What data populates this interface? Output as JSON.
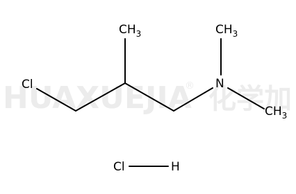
{
  "watermark": {
    "latin": "HUAXUEJIA",
    "registered": "®",
    "chinese": "化学加"
  },
  "molecule": {
    "atoms": {
      "cl_left": "Cl",
      "methyl_top": {
        "main": "CH",
        "sub": "3"
      },
      "nitrogen": "N",
      "methyl_n_top": {
        "main": "CH",
        "sub": "3"
      },
      "methyl_n_bottom": {
        "main": "CH",
        "sub": "3"
      }
    }
  },
  "salt": {
    "cl": "Cl",
    "h": "H"
  }
}
